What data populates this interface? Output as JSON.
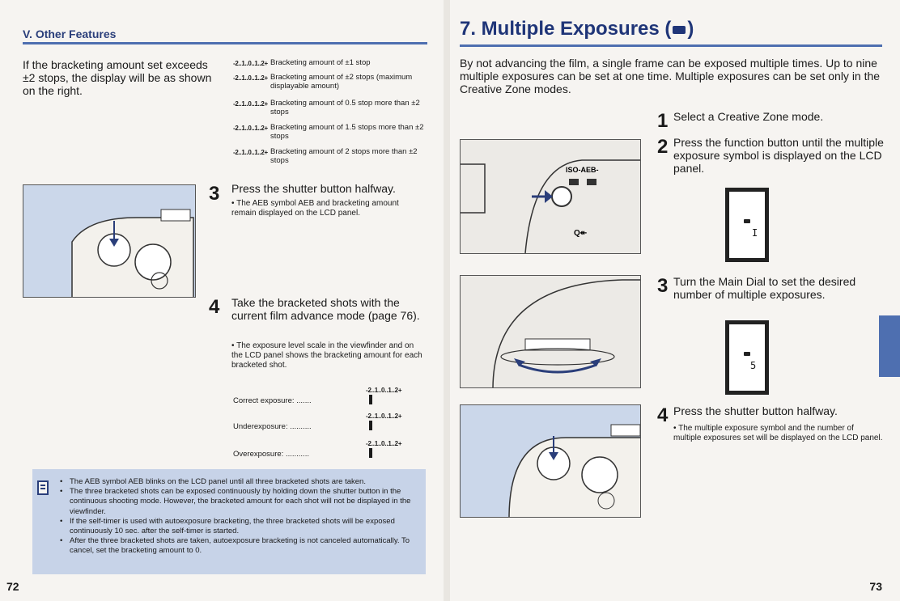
{
  "left_page": {
    "section_label": "V. Other Features",
    "intro": "If the bracketing amount set exceeds ±2 stops, the display will be as shown on the right.",
    "display_rows": [
      {
        "scale": "-2..1..0..1..2+",
        "text": "Bracketing amount of ±1 stop"
      },
      {
        "scale": "-2..1..0..1..2+",
        "text": "Bracketing amount of ±2 stops (maximum displayable amount)"
      },
      {
        "scale": "-2..1..0..1..2+",
        "text": "Bracketing amount of 0.5 stop more than ±2 stops"
      },
      {
        "scale": "-2..1..0..1..2+",
        "text": "Bracketing amount of 1.5 stops more than ±2 stops"
      },
      {
        "scale": "-2..1..0..1..2+",
        "text": "Bracketing amount of 2 stops more than ±2 stops"
      }
    ],
    "step3": {
      "number": "3",
      "text": "Press the shutter button halfway.",
      "bullet": "The AEB symbol AEB and bracketing amount remain displayed on the LCD panel."
    },
    "step4": {
      "number": "4",
      "text": "Take the bracketed shots with the current film advance mode (page 76).",
      "bullet": "The exposure level scale in the viewfinder and on the LCD panel shows the bracketing amount for each bracketed shot."
    },
    "exposures": [
      {
        "label": "Correct exposure: .......",
        "scale": "-2..1..0..1..2+"
      },
      {
        "label": "Underexposure: ..........",
        "scale": "-2..1..0..1..2+"
      },
      {
        "label": "Overexposure: ...........",
        "scale": "-2..1..0..1..2+"
      }
    ],
    "notes": [
      "The AEB symbol AEB blinks on the LCD panel until all three bracketed shots are taken.",
      "The three bracketed shots can be exposed continuously by holding down the shutter button in the continuous shooting mode. However, the bracketed amount for each shot will not be displayed in the viewfinder.",
      "If the self-timer is used with autoexposure bracketing, the three bracketed shots will be exposed continuously 10 sec. after the self-timer is started.",
      "After the three bracketed shots are taken, autoexposure bracketing is not canceled automatically. To cancel, set the bracketing amount to 0."
    ],
    "page_number": "72"
  },
  "right_page": {
    "title": "7. Multiple Exposures",
    "title_suffix": ")",
    "intro": "By not advancing the film, a single frame can be exposed multiple times. Up to nine multiple exposures can be set at one time. Multiple exposures can be set only in the Creative Zone modes.",
    "camera_label": "ISO-AEB-",
    "step1": {
      "number": "1",
      "text": "Select a Creative Zone mode."
    },
    "step2": {
      "number": "2",
      "text": "Press the function button until the multiple exposure symbol is displayed on the LCD panel."
    },
    "lcd1_value": "I",
    "step3": {
      "number": "3",
      "text": "Turn the Main Dial to set the desired number of multiple exposures."
    },
    "lcd2_value": "5",
    "step4": {
      "number": "4",
      "text": "Press the shutter button halfway.",
      "bullet": "The multiple exposure symbol and the number of multiple exposures set will be displayed on the LCD panel."
    },
    "page_number": "73"
  }
}
